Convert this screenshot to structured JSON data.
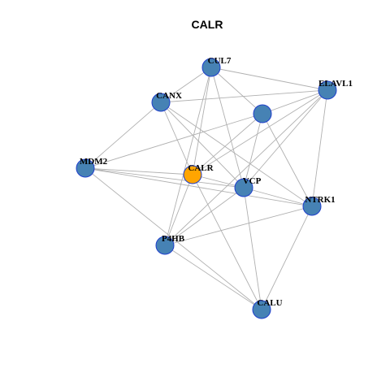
{
  "title": "CALR",
  "colors": {
    "focus_node": "#FFA500",
    "node": "#4682B4",
    "node_border": "#1F3FCC",
    "edge": "#B0B0B0"
  },
  "nodes": [
    {
      "id": "CUL7",
      "label": "CUL7",
      "focus": false
    },
    {
      "id": "ELAVL1",
      "label": "ELAVL1",
      "focus": false
    },
    {
      "id": "CANX",
      "label": "CANX",
      "focus": false
    },
    {
      "id": "UNLABELED",
      "label": "",
      "focus": false
    },
    {
      "id": "MDM2",
      "label": "MDM2",
      "focus": false
    },
    {
      "id": "CALR",
      "label": "CALR",
      "focus": true
    },
    {
      "id": "VCP",
      "label": "VCP",
      "focus": false
    },
    {
      "id": "NTRK1",
      "label": "NTRK1",
      "focus": false
    },
    {
      "id": "P4HB",
      "label": "P4HB",
      "focus": false
    },
    {
      "id": "CALU",
      "label": "CALU",
      "focus": false
    }
  ],
  "edges": [
    [
      "CUL7",
      "ELAVL1"
    ],
    [
      "CUL7",
      "CANX"
    ],
    [
      "CUL7",
      "UNLABELED"
    ],
    [
      "CUL7",
      "CALR"
    ],
    [
      "CUL7",
      "VCP"
    ],
    [
      "CUL7",
      "P4HB"
    ],
    [
      "CANX",
      "ELAVL1"
    ],
    [
      "CANX",
      "MDM2"
    ],
    [
      "CANX",
      "CALR"
    ],
    [
      "CANX",
      "VCP"
    ],
    [
      "CANX",
      "NTRK1"
    ],
    [
      "ELAVL1",
      "UNLABELED"
    ],
    [
      "ELAVL1",
      "CALR"
    ],
    [
      "ELAVL1",
      "VCP"
    ],
    [
      "ELAVL1",
      "NTRK1"
    ],
    [
      "ELAVL1",
      "P4HB"
    ],
    [
      "UNLABELED",
      "MDM2"
    ],
    [
      "UNLABELED",
      "CALR"
    ],
    [
      "UNLABELED",
      "VCP"
    ],
    [
      "UNLABELED",
      "NTRK1"
    ],
    [
      "MDM2",
      "CALR"
    ],
    [
      "MDM2",
      "VCP"
    ],
    [
      "MDM2",
      "NTRK1"
    ],
    [
      "MDM2",
      "CALU"
    ],
    [
      "CALR",
      "VCP"
    ],
    [
      "CALR",
      "P4HB"
    ],
    [
      "CALR",
      "CALU"
    ],
    [
      "VCP",
      "NTRK1"
    ],
    [
      "VCP",
      "P4HB"
    ],
    [
      "VCP",
      "CALU"
    ],
    [
      "NTRK1",
      "P4HB"
    ],
    [
      "NTRK1",
      "CALU"
    ],
    [
      "P4HB",
      "CALU"
    ]
  ]
}
